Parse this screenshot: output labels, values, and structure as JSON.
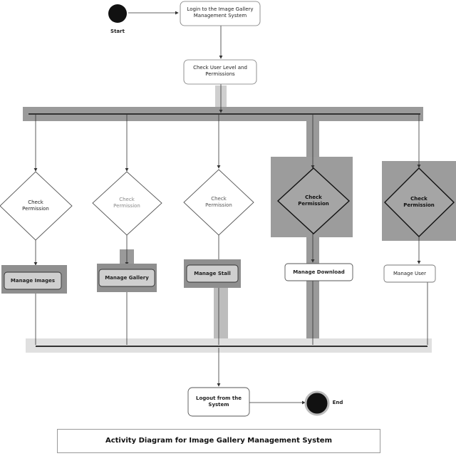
{
  "diagram": {
    "start_label": "Start",
    "end_label": "End",
    "login": "Login to the Image Gallery Management System",
    "check_roles": "Check User Level and Permissions",
    "decisions": [
      {
        "id": "d1",
        "label": "Check Permission",
        "action": "Manage Images"
      },
      {
        "id": "d2",
        "label": "Check Permission",
        "action": "Manage Gallery"
      },
      {
        "id": "d3",
        "label": "Check Permission",
        "action": "Manage Stall"
      },
      {
        "id": "d4",
        "label": "Check Permission",
        "action": "Manage Download"
      },
      {
        "id": "d5",
        "label": "Check Permission",
        "action": "Manage User"
      }
    ],
    "logout": "Logout from the System",
    "title": "Activity Diagram for Image Gallery Management System"
  }
}
